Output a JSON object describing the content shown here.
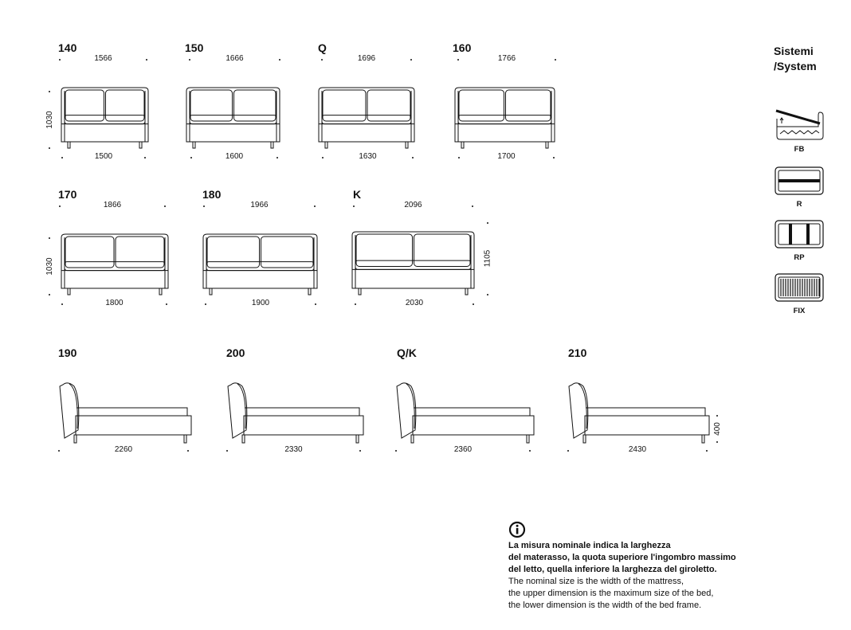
{
  "systems": {
    "title_line1": "Sistemi",
    "title_line2": "/System",
    "items": [
      {
        "code": "FB",
        "icon": "lift-storage-bed-icon"
      },
      {
        "code": "R",
        "icon": "slatted-base-r-icon"
      },
      {
        "code": "RP",
        "icon": "slatted-base-rp-icon"
      },
      {
        "code": "FIX",
        "icon": "fixed-slats-icon"
      }
    ]
  },
  "front_views": [
    {
      "size": "140",
      "overall_width": "1566",
      "frame_width": "1500",
      "height": "1030"
    },
    {
      "size": "150",
      "overall_width": "1666",
      "frame_width": "1600"
    },
    {
      "size": "Q",
      "overall_width": "1696",
      "frame_width": "1630"
    },
    {
      "size": "160",
      "overall_width": "1766",
      "frame_width": "1700"
    },
    {
      "size": "170",
      "overall_width": "1866",
      "frame_width": "1800",
      "height": "1030"
    },
    {
      "size": "180",
      "overall_width": "1966",
      "frame_width": "1900"
    },
    {
      "size": "K",
      "overall_width": "2096",
      "frame_width": "2030",
      "height_right": "1105"
    }
  ],
  "side_views": [
    {
      "size": "190",
      "length": "2260"
    },
    {
      "size": "200",
      "length": "2330"
    },
    {
      "size": "Q/K",
      "length": "2360"
    },
    {
      "size": "210",
      "length": "2430",
      "height": "400"
    }
  ],
  "note": {
    "icon": "info-icon",
    "it_line1": "La misura nominale indica la larghezza",
    "it_line2": "del materasso, la quota superiore l'ingombro massimo",
    "it_line3": "del letto, quella inferiore la larghezza del giroletto.",
    "en_line1": "The nominal size is the width of the mattress,",
    "en_line2": "the upper dimension is the maximum size of the bed,",
    "en_line3": "the lower dimension is the width of the bed frame."
  }
}
